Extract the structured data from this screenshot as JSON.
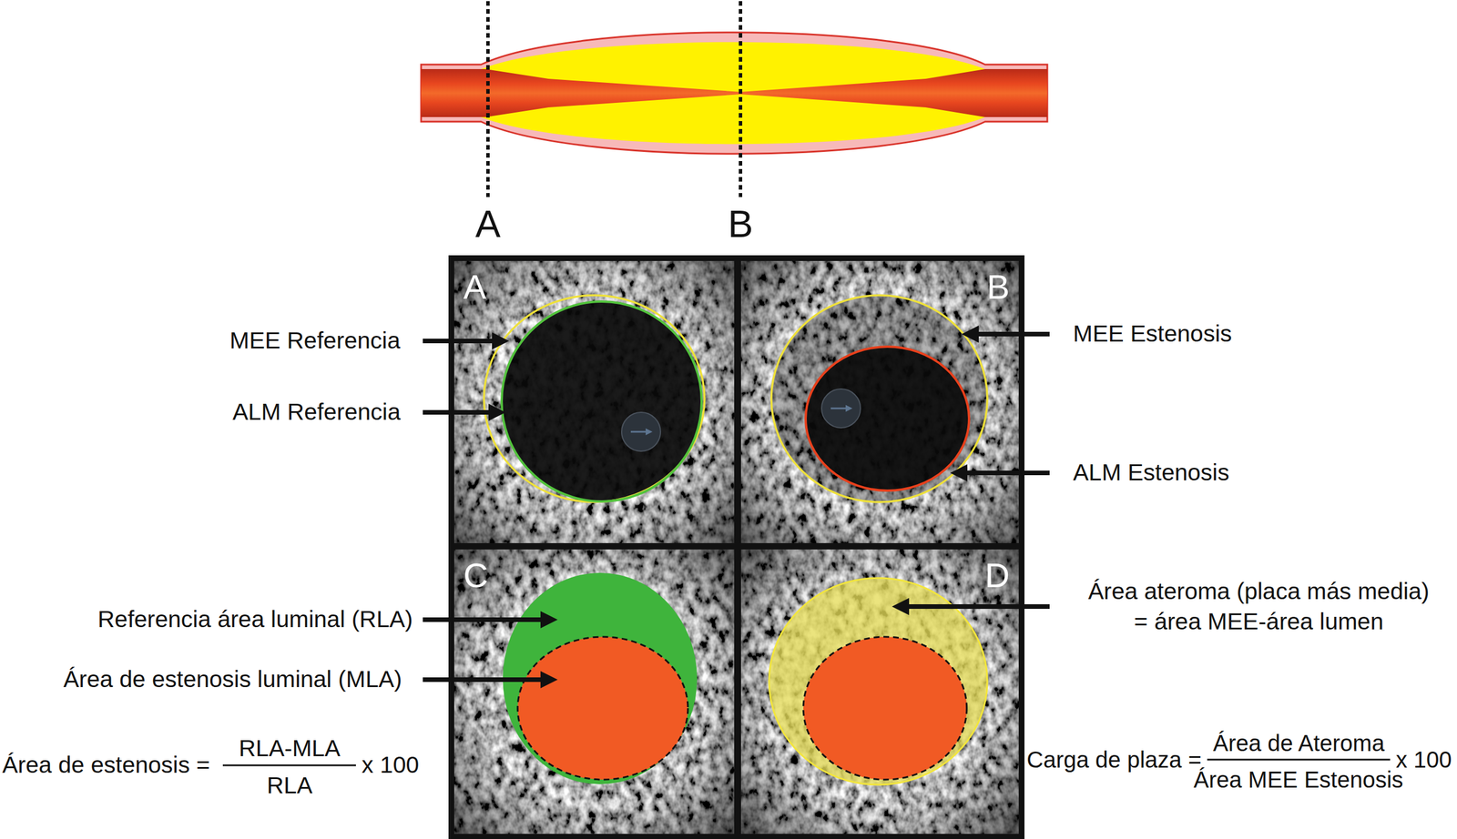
{
  "diagram": {
    "nodes": [
      {
        "text": [
          "A"
        ]
      },
      {
        "text": [
          "B"
        ]
      },
      {
        "text": [
          "C"
        ]
      },
      {
        "text": [
          "D"
        ]
      }
    ],
    "labels": [
      "A",
      "B",
      "MEE Referencia",
      "ALM Referencia",
      "MEE Estenosis",
      "ALM Estenosis",
      "Referencia área luminal (RLA)",
      "Área de estenosis luminal (MLA)",
      "Área ateroma (placa más media) = área MEE-área lumen",
      "Área de estenosis =",
      "RLA-MLA",
      "RLA",
      "x 100",
      "Carga de plaza =",
      "Área de Ateroma",
      "Área MEE Estenosis",
      "x 100"
    ]
  }
}
